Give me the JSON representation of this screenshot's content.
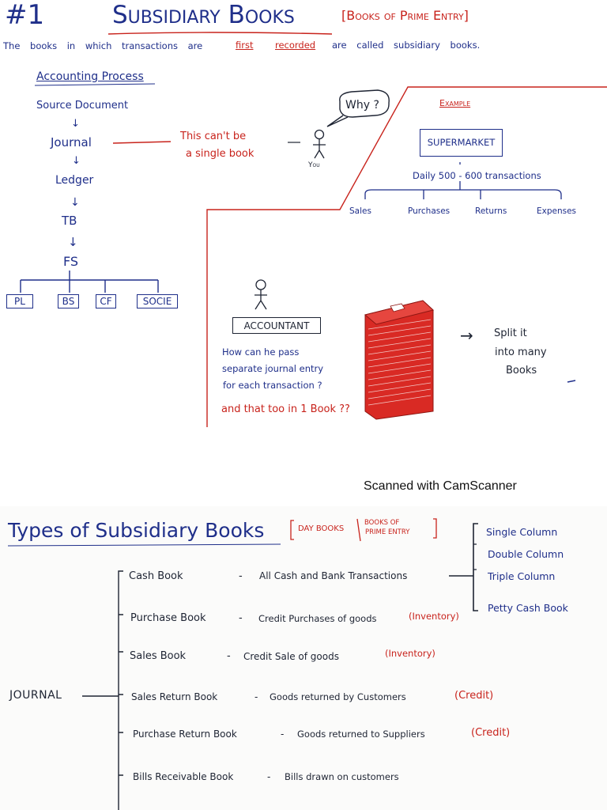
{
  "page1": {
    "number": "#1",
    "title": "Subsidiary Books",
    "subtitle_bracket": "[Books of Prime Entry]",
    "definition": {
      "before": "The books in which transactions are",
      "first": "first",
      "recorded": "recorded",
      "after": "are called subsidiary books."
    },
    "process": {
      "heading": "Accounting Process",
      "steps": [
        "Source Document",
        "Journal",
        "Ledger",
        "TB",
        "FS"
      ],
      "arrow": "↓",
      "statements": [
        "PL",
        "BS",
        "CF",
        "SOCIE"
      ]
    },
    "note_lines": [
      "This can't be",
      "a single book"
    ],
    "you_label": "You",
    "why_bubble": "Why ?",
    "example": {
      "label": "Example",
      "store": "SUPERMARKET",
      "daily": "Daily 500 - 600 transactions",
      "branches": [
        "Sales",
        "Purchases",
        "Returns",
        "Expenses"
      ]
    },
    "accountant": {
      "label": "ACCOUNTANT",
      "question_lines": [
        "How can he pass",
        "separate journal entry",
        "for each transaction ?"
      ],
      "emphasis": "and that too in 1 Book ??"
    },
    "split": {
      "arrow": "→",
      "lines": [
        "Split it",
        "into many",
        "Books"
      ]
    },
    "colors": {
      "blue_ink": "#1f2f8a",
      "red_ink": "#c8231c"
    }
  },
  "watermark": "Scanned with CamScanner",
  "page2": {
    "title": "Types of Subsidiary Books",
    "bracket_left": "DAY BOOKS",
    "bracket_right_lines": [
      "BOOKS OF",
      "PRIME ENTRY"
    ],
    "journal_label": "JOURNAL",
    "rows": [
      {
        "book": "Cash Book",
        "dash": "-",
        "desc": "All Cash and Bank Transactions",
        "note": ""
      },
      {
        "book": "Purchase Book",
        "dash": "-",
        "desc": "Credit Purchases of goods",
        "note": "(Inventory)"
      },
      {
        "book": "Sales Book",
        "dash": "-",
        "desc": "Credit Sale of goods",
        "note": "(Inventory)"
      },
      {
        "book": "Sales Return Book",
        "dash": "-",
        "desc": "Goods returned by Customers",
        "note": "(Credit)"
      },
      {
        "book": "Purchase Return Book",
        "dash": "-",
        "desc": "Goods returned to Suppliers",
        "note": "(Credit)"
      },
      {
        "book": "Bills Receivable Book",
        "dash": "-",
        "desc": "Bills drawn on customers",
        "note": ""
      }
    ],
    "cash_book_types": [
      "Single Column",
      "Double Column",
      "Triple Column",
      "Petty Cash Book"
    ]
  }
}
